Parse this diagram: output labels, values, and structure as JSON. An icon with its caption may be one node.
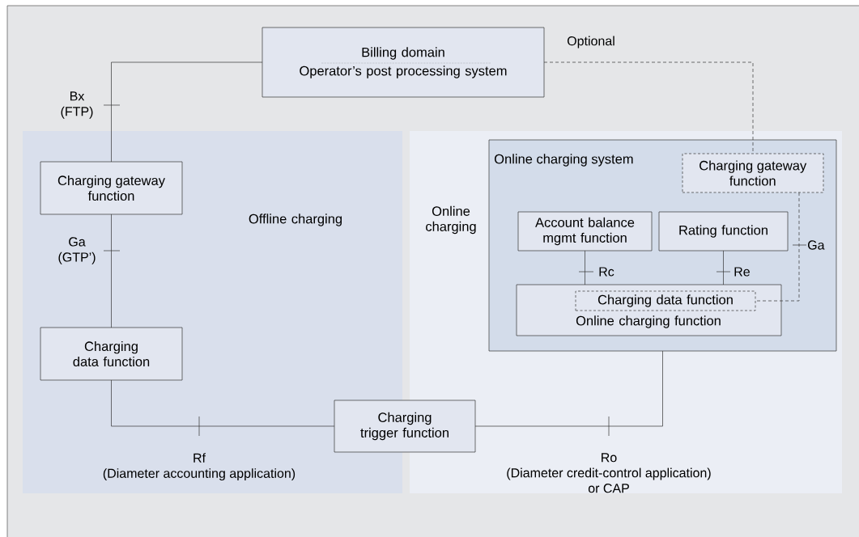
{
  "diagram": {
    "nodes": [
      {
        "text": [
          "Billing domain",
          "Operator’s post processing system"
        ]
      },
      {
        "text": [
          "Offline charging"
        ]
      },
      {
        "text": [
          "Online charging"
        ]
      },
      {
        "text": [
          "Charging gateway function"
        ],
        "in": 1
      },
      {
        "text": [
          "Charging data function"
        ],
        "in": 1
      },
      {
        "text": [
          "Online charging system"
        ],
        "in": 2
      },
      {
        "text": [
          "Charging gateway function"
        ],
        "in": 5
      },
      {
        "text": [
          "Account balance mgmt function"
        ],
        "in": 5
      },
      {
        "text": [
          "Rating function"
        ],
        "in": 5
      },
      {
        "text": [
          "Online charging function"
        ],
        "in": 5
      },
      {
        "text": [
          "Charging data function"
        ],
        "in": 9
      },
      {
        "text": [
          "Charging trigger function"
        ]
      }
    ],
    "edges": [
      {
        "from": 0,
        "to": 3,
        "arrow": "none",
        "label": "Bx (FTP)"
      },
      {
        "from": 3,
        "to": 4,
        "arrow": "none",
        "label": "Ga (GTP’)"
      },
      {
        "from": 4,
        "to": 11,
        "arrow": "none",
        "label": "Rf (Diameter accounting application)"
      },
      {
        "from": 11,
        "to": 5,
        "arrow": "none",
        "label": "Ro (Diameter credit-control application) or CAP"
      },
      {
        "from": 0,
        "to": 6,
        "arrow": "none",
        "label": "Optional",
        "style": "dashed"
      },
      {
        "from": 7,
        "to": 9,
        "arrow": "none",
        "label": "Rc"
      },
      {
        "from": 8,
        "to": 9,
        "arrow": "none",
        "label": "Re"
      },
      {
        "from": 6,
        "to": 10,
        "arrow": "none",
        "label": "Ga",
        "style": "dashed"
      }
    ]
  }
}
